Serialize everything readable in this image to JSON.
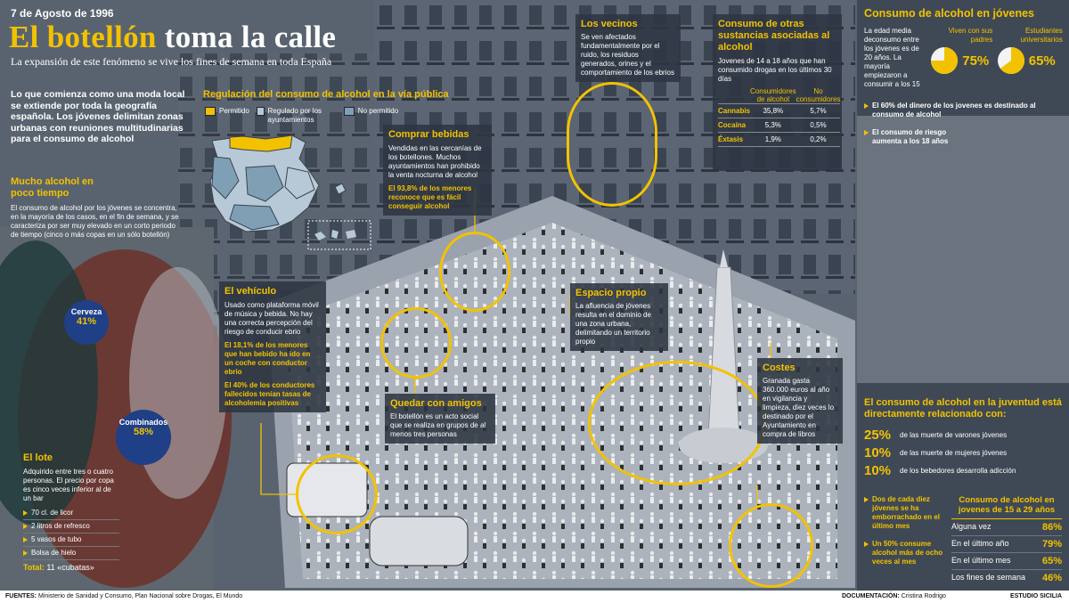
{
  "header": {
    "date": "7 de Agosto de 1996",
    "title_yellow": "El botellón",
    "title_white": "toma la calle",
    "subtitle": "La expansión de este fenómeno se vive los fines de semana en toda España"
  },
  "intro": "Lo que comienza como una moda local se extiende por toda la geografía española. Los jóvenes delimitan zonas urbanas con reuniones multitudinarias para el consumo de alcohol",
  "mucho_alcohol": {
    "title": "Mucho alcohol en poco tiempo",
    "body": "El consumo de alcohol por los jóvenes se concentra, en la mayoría de los casos, en el fin de semana, y se caracteriza por ser muy elevado en un corto periodo de tiempo (cinco o más copas en un sólo botellón)"
  },
  "cerveza": {
    "label": "Cerveza",
    "pct": "41%"
  },
  "combinados": {
    "label": "Combinados",
    "pct": "58%"
  },
  "lote": {
    "title": "El lote",
    "body": "Adquirido entre tres o cuatro personas. El precio por copa es cinco veces inferior al de un bar",
    "items": [
      "70 cl. de licor",
      "2 litros de refresco",
      "5 vasos de tubo",
      "Bolsa de hielo"
    ],
    "total_label": "Total:",
    "total_value": "11 «cubatas»"
  },
  "regulacion": {
    "title": "Regulación del consumo de alcohol en la vía pública",
    "legend": [
      {
        "label": "Permitido",
        "color": "#f2c200"
      },
      {
        "label": "Regulado por los ayuntamientos",
        "color": "#b7c9d6"
      },
      {
        "label": "No permitido",
        "color": "#7f9fb5"
      }
    ]
  },
  "comprar": {
    "title": "Comprar bebidas",
    "body": "Vendidas en las cercanías de los botellones. Muchos ayuntamientos han prohibido la venta nocturna de alcohol",
    "highlight": "El 93,8% de los menores reconoce que es fácil conseguir alcohol"
  },
  "vecinos": {
    "title": "Los vecinos",
    "body": "Se ven afectados fundamentalmente por el ruido, los residuos generados, orines y el comportamiento de los ebrios"
  },
  "otras": {
    "title": "Consumo de otras sustancias asociadas al alcohol",
    "body": "Jovenes de 14 a 18 años que han consumido drogas en los últimos 30 días",
    "col1": "Consumidores de alcohol",
    "col2": "No consumidores",
    "rows": [
      {
        "name": "Cannabis",
        "a": "35,8%",
        "b": "5,7%"
      },
      {
        "name": "Cocaína",
        "a": "5,3%",
        "b": "0,5%"
      },
      {
        "name": "Éxtasis",
        "a": "1,9%",
        "b": "0,2%"
      }
    ]
  },
  "vehiculo": {
    "title": "El vehículo",
    "body": "Usado como plataforma móvil de música y bebida. No hay una correcta percepción del riesgo de conducir ebrio",
    "h1": "El 18,1% de los menores que han bebido ha ido en un coche con conductor ebrio",
    "h2": "El 40% de los conductores fallecidos tenían tasas de alcoholemia positivas"
  },
  "espacio": {
    "title": "Espacio propio",
    "body": "La afluencia de jóvenes resulta en el dominio de una zona urbana, delimitando un territorio propio"
  },
  "quedar": {
    "title": "Quedar con amigos",
    "body": "El botellón es un acto social que se realiza en grupos de al menos tres personas"
  },
  "costes": {
    "title": "Costes",
    "body": "Granada gasta 360.000 euros al año en vigilancia y limpieza, diez veces lo destinado por el Ayuntamiento en compra de libros"
  },
  "jovenes": {
    "title": "Consumo de alcohol en jóvenes",
    "body": "La edad media deconsumo entre los jóvenes es de 20 años. La mayoría empiezaron a consumir a los 15",
    "pie1_label": "Viven con sus padres",
    "pie1_pct": "75%",
    "pie1_value": 75,
    "pie2_label": "Estudiantes universitarios",
    "pie2_pct": "65%",
    "pie2_value": 65,
    "b1": "El 60% del dinero de los jovenes es destinado al consumo de alcohol",
    "b2": "El consumo de riesgo aumenta a los 18 años"
  },
  "juventud": {
    "title": "El consumo de alcohol en la juventud está directamente relacionado con:",
    "rows": [
      {
        "pct": "25%",
        "text": "de las muerte de varones jóvenes"
      },
      {
        "pct": "10%",
        "text": "de las muerte de mujeres jóvenes"
      },
      {
        "pct": "10%",
        "text": "de los bebedores desarrolla adicción"
      }
    ]
  },
  "emborrachado": {
    "b1": "Dos de cada diez jóvenes se ha emborrachado en el último mes",
    "b2": "Un 50% consume alcohol más de ocho veces al mes"
  },
  "consumo15": {
    "title": "Consumo de alcohol en jovenes de 15 a 29 años",
    "rows": [
      {
        "label": "Alguna vez",
        "pct": "86%"
      },
      {
        "label": "En el último año",
        "pct": "79%"
      },
      {
        "label": "En el último mes",
        "pct": "65%"
      },
      {
        "label": "Los fines de semana",
        "pct": "46%"
      }
    ]
  },
  "footer": {
    "fuentes_label": "FUENTES:",
    "fuentes": "Ministerio de Sanidad y Consumo, Plan Nacional sobre Drogas, El Mundo",
    "doc_label": "DOCUMENTACIÓN:",
    "doc": "Cristina Rodrigo",
    "studio": "ESTUDIO SICILIA"
  }
}
